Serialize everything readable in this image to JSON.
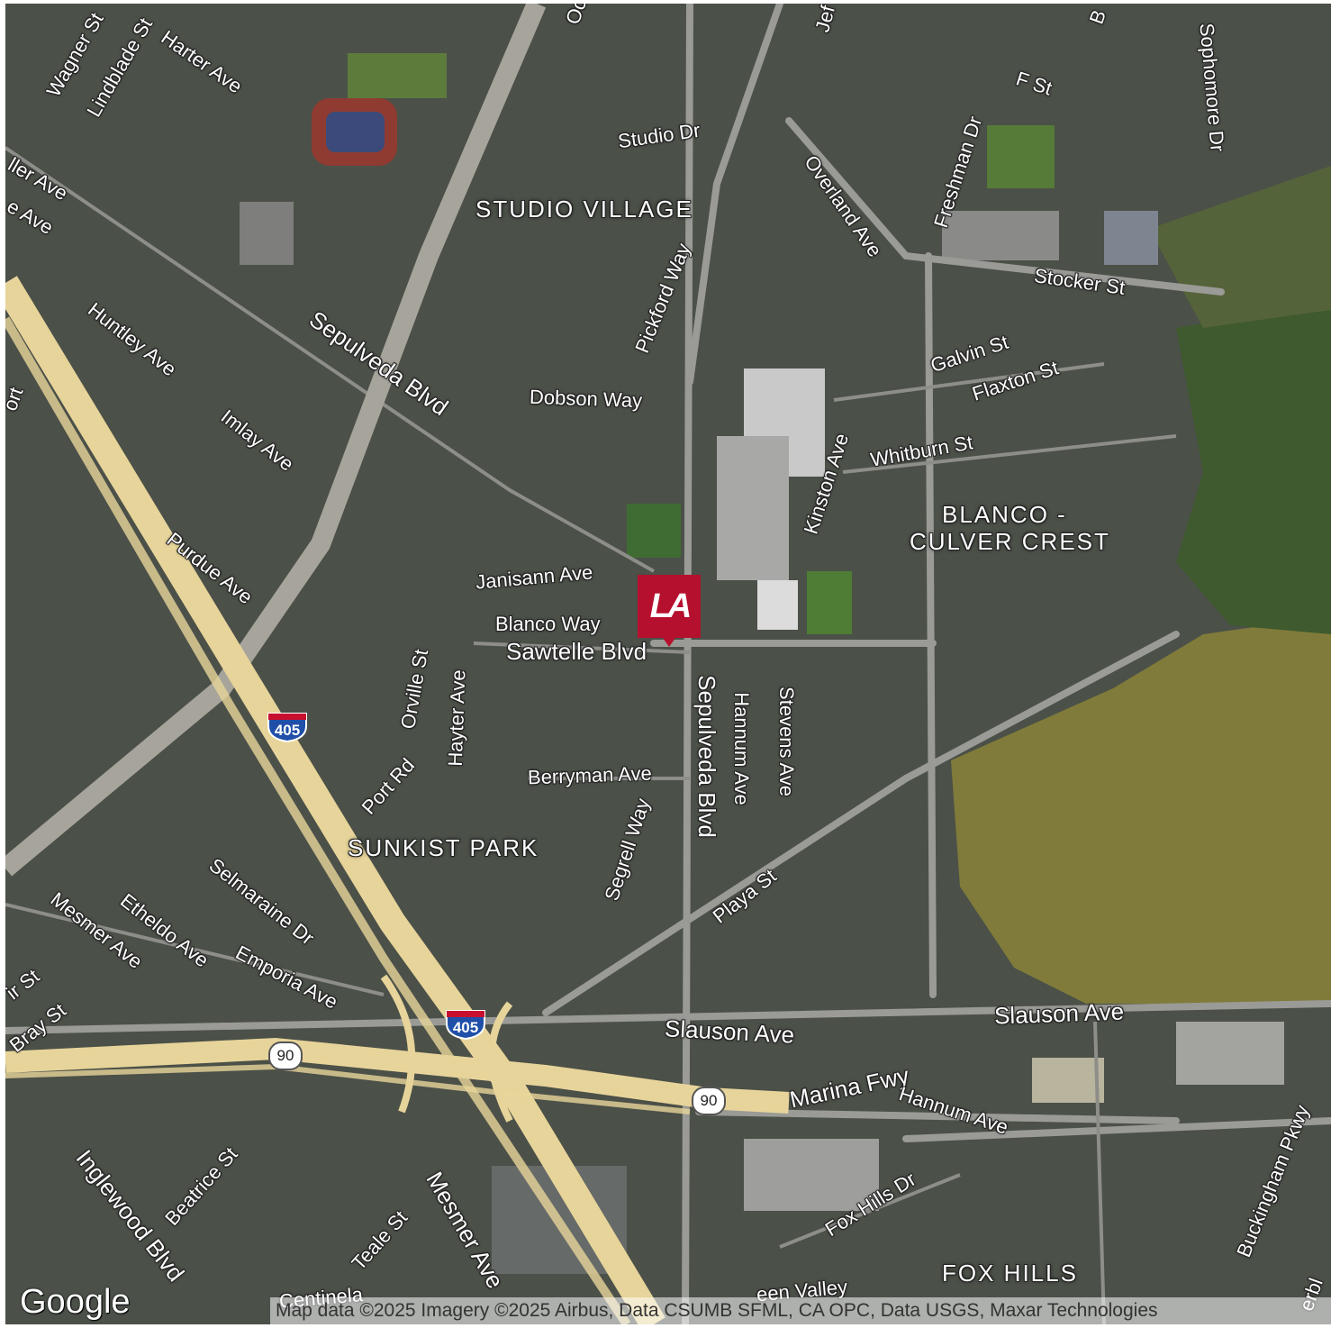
{
  "map": {
    "colors": {
      "urban": "#4d5248",
      "park": "#8b8b3e",
      "freeway": "#e7d49a",
      "road": "#9a9a96",
      "marker": "#b5102e"
    },
    "neighborhoods": {
      "studio_village": "STUDIO VILLAGE",
      "blanco_culver_crest_1": "BLANCO -",
      "blanco_culver_crest_2": "CULVER CREST",
      "sunkist_park": "SUNKIST PARK",
      "fox_hills": "FOX HILLS"
    },
    "streets": {
      "wagner": "Wagner St",
      "lindblade": "Lindblade St",
      "harter": "Harter Ave",
      "studio_dr": "Studio Dr",
      "jefferson": "Jef",
      "overland": "Overland Ave",
      "freshman": "Freshman Dr",
      "sophomore": "Sophomore Dr",
      "f_st": "F St",
      "stocker": "Stocker St",
      "galvin": "Galvin St",
      "flaxton": "Flaxton St",
      "whitburn": "Whitburn St",
      "kinston": "Kinston Ave",
      "pickford": "Pickford Way",
      "dobson": "Dobson Way",
      "sepulveda_blvd_upper": "Sepulveda Blvd",
      "huntley": "Huntley Ave",
      "imlay": "Imlay Ave",
      "purdue": "Purdue Ave",
      "janisann": "Janisann Ave",
      "blanco_way": "Blanco Way",
      "sawtelle": "Sawtelle Blvd",
      "orville": "Orville St",
      "hayter": "Hayter Ave",
      "sepulveda_blvd_lower": "Sepulveda Blvd",
      "hannum_v": "Hannum Ave",
      "stevens": "Stevens Ave",
      "berryman": "Berryman Ave",
      "port_rd": "Port Rd",
      "segrell": "Segrell Way",
      "playa": "Playa St",
      "selmaraine": "Selmaraine Dr",
      "mesmer_upper": "Mesmer Ave",
      "etheldo": "Etheldo Ave",
      "emporia": "Emporia Ave",
      "bray": "Bray St",
      "slauson_1": "Slauson Ave",
      "slauson_2": "Slauson Ave",
      "marina_fwy": "Marina Fwy",
      "hannum_h": "Hannum Ave",
      "inglewood": "Inglewood Blvd",
      "beatrice": "Beatrice St",
      "teale": "Teale St",
      "mesmer_lower": "Mesmer Ave",
      "fox_hills_dr": "Fox Hills Dr",
      "buckingham": "Buckingham Pkwy",
      "centinela": "Centinela",
      "green_valley": "een Valley",
      "miller": "ller Ave",
      "e_ave": "e Ave",
      "ir_st": "ir St",
      "b_top": "B",
      "oo_top": "Oc",
      "ort": "ort",
      "erbl": "erbl"
    },
    "shields": {
      "i405_a": "405",
      "i405_b": "405",
      "r90_a": "90",
      "r90_b": "90"
    },
    "marker": {
      "logo_text": "LA"
    }
  },
  "footer": {
    "google": "Google",
    "attribution": "Map data ©2025 Imagery ©2025 Airbus, Data CSUMB SFML, CA OPC, Data USGS, Maxar Technologies"
  }
}
